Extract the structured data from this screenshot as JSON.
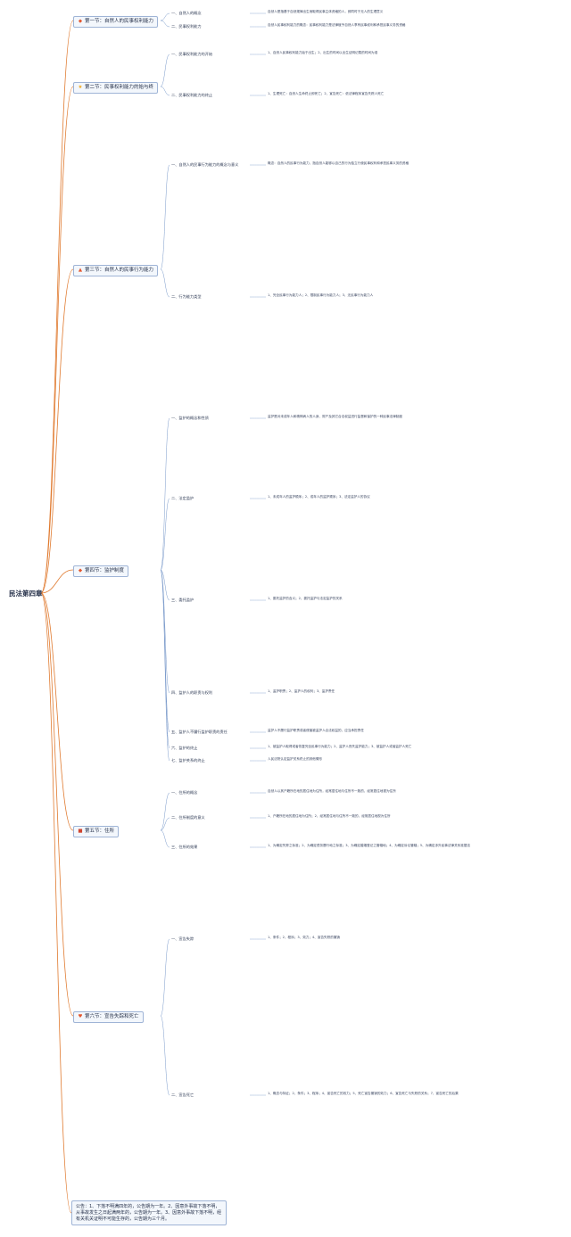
{
  "root": {
    "title": "民法第四章"
  },
  "sections": [
    {
      "label": "第一节：自然人的民事权利能力",
      "icon": "fire-icon",
      "children": [
        {
          "label": "一、自然人的概念",
          "desc": "自然人是指基于自然规律出生而取得民事主体资格的人，即同时于无人的生理意义"
        },
        {
          "label": "二、民事权利能力",
          "desc": "自然人民事权利能力的概念：民事权利能力是法律赋予自然人享有民事权利和承担民事义务的资格"
        }
      ]
    },
    {
      "label": "第二节：民事权利能力的始与终",
      "icon": "star-icon",
      "children": [
        {
          "label": "一、民事权利能力的开始",
          "desc": "1、自然人民事权利能力始于出生；2、出生的时间以出生证明记载的时间为准"
        },
        {
          "label": "二、民事权利能力的终止",
          "desc": "1、生理死亡：自然人生命终止即死亡；2、宣告死亡：依法律程序宣告失踪人死亡"
        }
      ]
    },
    {
      "label": "第三节：自然人的民事行为能力",
      "icon": "warning-icon",
      "children": [
        {
          "label": "一、自然人的民事行为能力的概念与意义",
          "desc": "概念：自然人的民事行为能力，指自然人能够以自己的行为独立行使民事权利和承担民事义务的资格"
        },
        {
          "label": "二、行为能力类型",
          "desc": "1、完全民事行为能力人；2、限制民事行为能力人；3、无民事行为能力人"
        }
      ]
    },
    {
      "label": "第四节：监护制度",
      "icon": "fire-icon",
      "children": [
        {
          "label": "一、监护的概念和性质",
          "desc": "监护是对未成年人和精神病人的人身、财产及其它合法权益进行监督和保护的一种民事法律制度"
        },
        {
          "label": "二、法定监护",
          "desc": "1、未成年人的监护顺序；2、成年人的监护顺序；3、法定监护人的协议"
        },
        {
          "label": "三、委托监护",
          "desc": "1、委托监护的含义；2、委托监护与法定监护的关系"
        },
        {
          "label": "四、监护人的职责与权利",
          "desc": "1、监护职责；2、监护人的权利；3、监护责任"
        },
        {
          "label": "五、监护人不履行监护职责的责任",
          "desc": "监护人不履行监护职责或者侵害被监护人合法权益的，应当承担责任"
        },
        {
          "label": "六、监护的终止",
          "desc": "1、被监护人取得或者恢复完全民事行为能力；2、监护人丧失监护能力；3、被监护人或者监护人死亡"
        },
        {
          "label": "七、监护关系的终止",
          "desc": "人民法院认定监护关系终止的其他情形"
        }
      ]
    },
    {
      "label": "第五节：住所",
      "icon": "bookmark-icon",
      "children": [
        {
          "label": "一、住所的概念",
          "desc": "自然人以其户籍所在地的居住地为住所，经常居住地与住所不一致的，经常居住地视为住所"
        },
        {
          "label": "二、住所制度的意义",
          "desc": "1、户籍所在地的居住地为住所；2、经常居住地与住所不一致的，经常居住地视为住所"
        },
        {
          "label": "三、住所的效果",
          "desc": "1、为确定失踪之标准；2、为确定债务履行地之标准；3、为确定婚姻登记之管辖地；4、为确定诉讼管辖；5、为确定涉外民事法律关系准据法"
        }
      ]
    },
    {
      "label": "第六节：宣告失踪和死亡",
      "icon": "heart-icon",
      "children": [
        {
          "label": "一、宣告失踪",
          "desc": "1、条件；2、程序；3、效力；4、宣告失踪的撤销"
        },
        {
          "label": "二、宣告死亡",
          "desc": "1、概念与特征；2、条件；3、程序；4、宣告死亡的效力；5、死亡宣告撤销的效力；6、宣告死亡与失踪的关系；7、宣告死亡的后果"
        }
      ]
    }
  ],
  "summary": "公告：1、下落不明满四年的，公告期为一年。2、因意外事故下落不明，从事故发生之日起满两年的，公告期为一年。3、因意外事故下落不明，经有关机关证明不可能生存的，公告期为三个月。"
}
